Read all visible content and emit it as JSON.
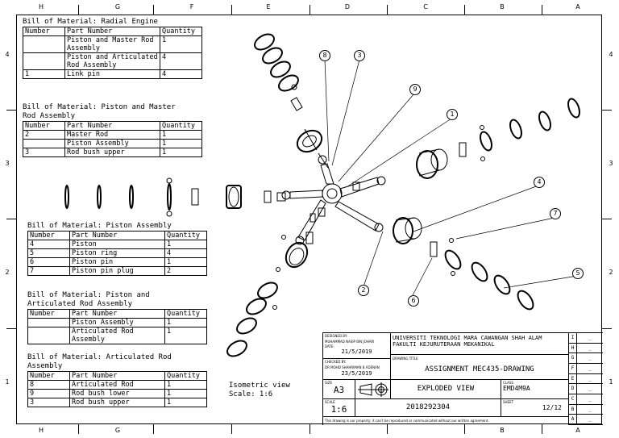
{
  "zones": {
    "top": [
      "H",
      "G",
      "F",
      "E",
      "D",
      "C",
      "B",
      "A"
    ],
    "bottom": [
      "H",
      "G",
      "",
      "",
      "",
      "",
      "B",
      "A"
    ],
    "left": [
      "4",
      "3",
      "2",
      "1"
    ],
    "right": [
      "4",
      "3",
      "2",
      "1"
    ]
  },
  "boms": [
    {
      "title": "Bill of Material: Radial Engine",
      "headers": [
        "Number",
        "Part Number",
        "Quantity"
      ],
      "rows": [
        [
          "",
          "Piston and Master Rod Assembly",
          "1"
        ],
        [
          "",
          "Piston and Articulated Rod Assembly",
          "4"
        ],
        [
          "1",
          "Link pin",
          "4"
        ]
      ]
    },
    {
      "title": "Bill of Material: Piston and Master Rod Assembly",
      "headers": [
        "Number",
        "Part Number",
        "Quantity"
      ],
      "rows": [
        [
          "2",
          "Master Rod",
          "1"
        ],
        [
          "",
          "Piston Assembly",
          "1"
        ],
        [
          "3",
          "Rod bush upper",
          "1"
        ]
      ]
    },
    {
      "title": "Bill of Material: Piston Assembly",
      "headers": [
        "Number",
        "Part Number",
        "Quantity"
      ],
      "rows": [
        [
          "4",
          "Piston",
          "1"
        ],
        [
          "5",
          "Piston ring",
          "4"
        ],
        [
          "6",
          "Piston pin",
          "1"
        ],
        [
          "7",
          "Piston pin plug",
          "2"
        ]
      ]
    },
    {
      "title": "Bill of Material: Piston and Articulated Rod Assembly",
      "headers": [
        "Number",
        "Part Number",
        "Quantity"
      ],
      "rows": [
        [
          "",
          "Piston Assembly",
          "1"
        ],
        [
          "",
          "Articulated Rod Assembly",
          "1"
        ]
      ]
    },
    {
      "title": "Bill of Material: Articulated Rod Assembly",
      "headers": [
        "Number",
        "Part Number",
        "Quantity"
      ],
      "rows": [
        [
          "8",
          "Articulated Rod",
          "1"
        ],
        [
          "9",
          "Rod bush lower",
          "1"
        ],
        [
          "3",
          "Rod bush upper",
          "1"
        ]
      ]
    }
  ],
  "balloons": [
    "8",
    "3",
    "9",
    "1",
    "4",
    "7",
    "5",
    "6",
    "2"
  ],
  "view_note": {
    "line1": "Isometric view",
    "line2": "Scale:  1:6"
  },
  "title_block": {
    "designed_by_label": "DESIGNED BY:",
    "designer": "MUHAMMAD NASIP BIN JOHARI",
    "date_label": "DATE:",
    "date1": "21/5/2019",
    "checked_by_label": "CHECKED BY:",
    "checker": "DR MOHD SHAHRIMAN B ADENAN",
    "date2": "23/5/2019",
    "university": "UNIVERSITI TEKNOLOGI MARA CAWANGAN SHAH ALAM",
    "faculty": "FAKULTI KEJURUTERAAN MEKANIKAL",
    "drawing_title_label": "DRAWING TITLE",
    "drawing_title": "ASSIGNMENT MEC435-DRAWING",
    "size_label": "SIZE",
    "size": "A3",
    "view": "EXPLODED VIEW",
    "class_label": "CLASS",
    "class": "EMD4M9A",
    "scale_label": "SCALE",
    "scale": "1:6",
    "number": "2018292304",
    "sheet_label": "SHEET",
    "sheet": "12/12",
    "rev_letters": [
      "I",
      "H",
      "G",
      "F",
      "E",
      "D",
      "C",
      "B",
      "A"
    ],
    "rev_marks": [
      "_",
      "_",
      "_",
      "_",
      "_",
      "_",
      "_",
      "_",
      "_"
    ],
    "footer": "This drawing is our property; it can't be reproduced or communicated without our written agreement."
  }
}
